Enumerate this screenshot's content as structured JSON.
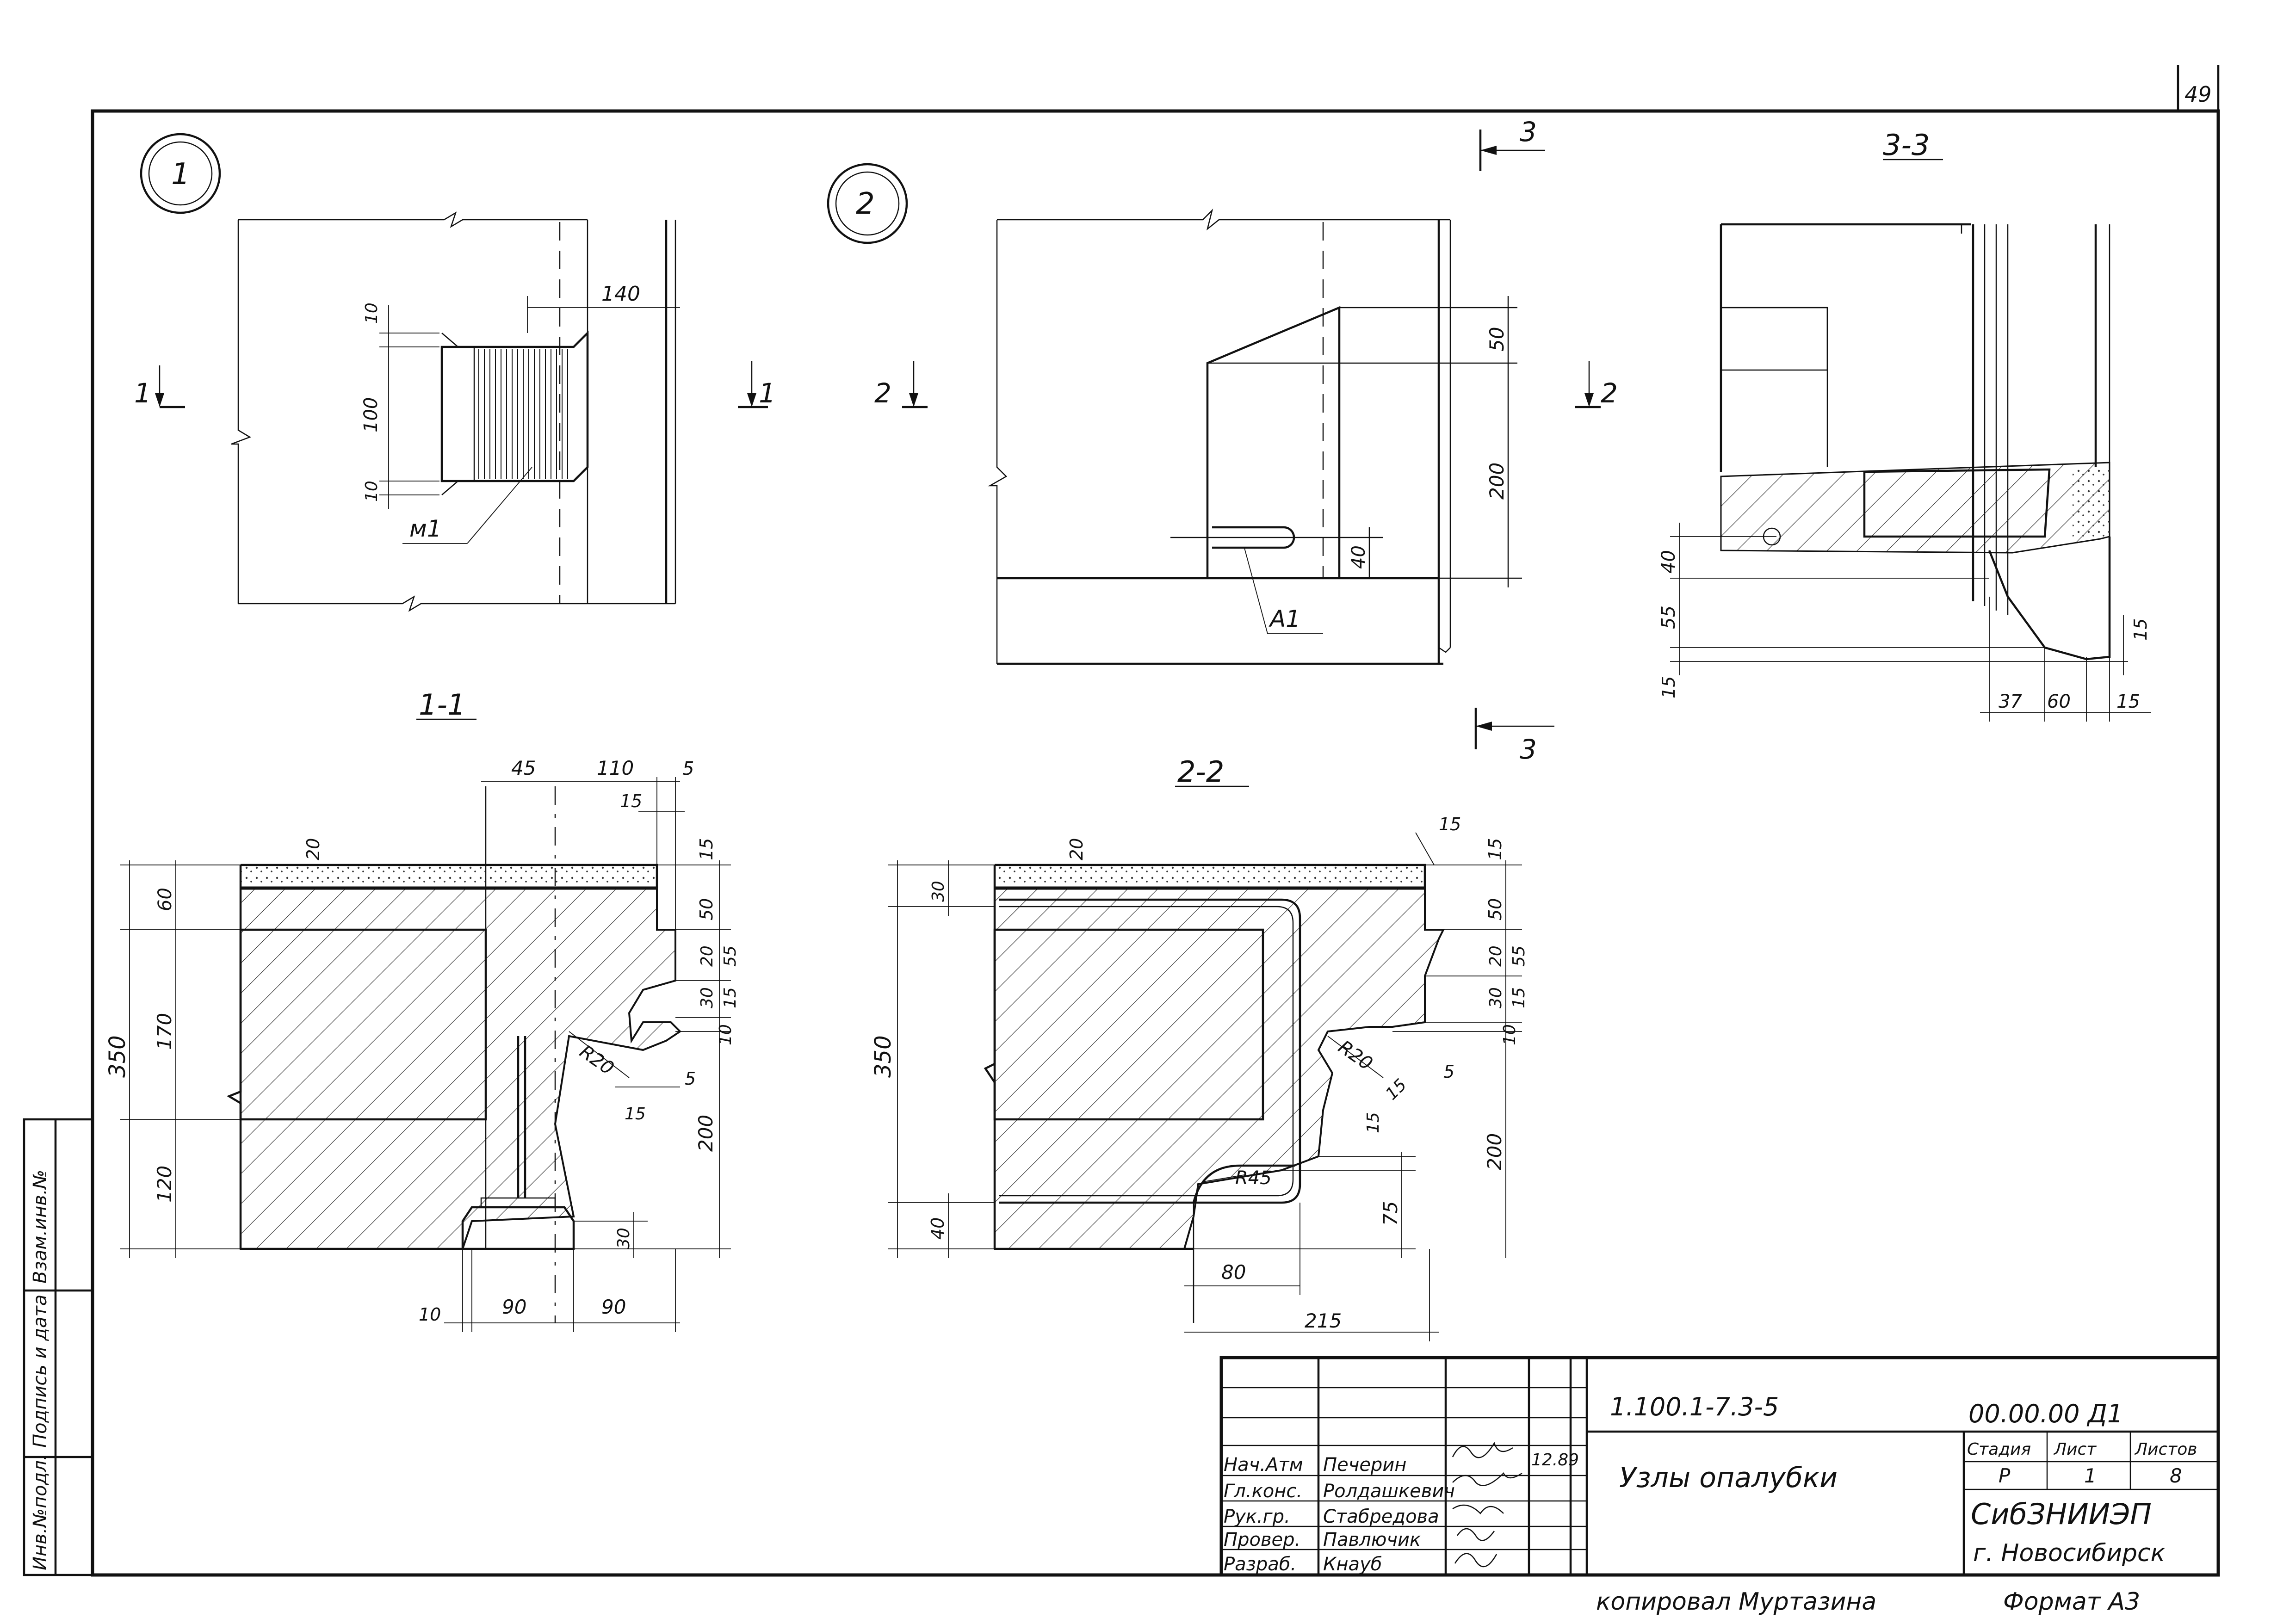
{
  "sheet": {
    "page_number": "49",
    "sheet_format": "Формат А3",
    "copied_by": "копировал Муртазина"
  },
  "left_stamp": {
    "inv_no": "Инв.№подл.",
    "signature_date": "Подпись и дата",
    "replaced_inv": "Взам.инв.№"
  },
  "views": {
    "node1_marker": "1",
    "node2_marker": "2",
    "cut1_left": "1",
    "cut1_right": "1",
    "cut2_left": "2",
    "cut2_right": "2",
    "cut3_top": "3",
    "cut3_bottom": "3",
    "section_1_1": "1-1",
    "section_2_2": "2-2",
    "section_3_3": "3-3",
    "leader_m1": "м1",
    "leader_a1": "А1"
  },
  "dimensions": {
    "node1": {
      "d140": "140",
      "d10a": "10",
      "d100": "100",
      "d10b": "10"
    },
    "node2": {
      "d50": "50",
      "d200": "200",
      "d40": "40"
    },
    "sec33": {
      "d40": "40",
      "d55": "55",
      "d15a": "15",
      "d15b": "15",
      "d37": "37",
      "d60": "60",
      "d15c": "15"
    },
    "sec11": {
      "d45": "45",
      "d110": "110",
      "d5a": "5",
      "d15a": "15",
      "d20": "20",
      "d15b": "15",
      "d60": "60",
      "d50": "50",
      "d20b": "20",
      "d55": "55",
      "d350": "350",
      "d170": "170",
      "d30": "30",
      "d15c": "15",
      "d10": "10",
      "r20": "R20",
      "d15d": "15",
      "d5b": "5",
      "d200": "200",
      "d120": "120",
      "d30b": "30",
      "d10b": "10",
      "d90a": "90",
      "d90b": "90"
    },
    "sec22": {
      "d20": "20",
      "d15a": "15",
      "d15b": "15",
      "d30": "30",
      "d50": "50",
      "d20b": "20",
      "d55": "55",
      "d350": "350",
      "d30b": "30",
      "d15c": "15",
      "d10": "10",
      "r20": "R20",
      "d15d": "15",
      "d5": "5",
      "d15e": "15",
      "d200": "200",
      "r45": "R45",
      "d75": "75",
      "d40": "40",
      "d80": "80",
      "d215": "215"
    }
  },
  "title_block": {
    "doc_code": "1.100.1-7.3-5",
    "doc_number": "00.00.00 Д1",
    "title": "Узлы опалубки",
    "stage_label": "Стадия",
    "sheet_label": "Лист",
    "sheets_label": "Листов",
    "stage": "Р",
    "sheet": "1",
    "sheets": "8",
    "org": "СибЗНИИЭП",
    "city": "г. Новосибирск",
    "date": "12.89",
    "rows": [
      {
        "role": "Нач.Атм",
        "name": "Печерин"
      },
      {
        "role": "Гл.конс.",
        "name": "Ролдашкевич"
      },
      {
        "role": "Рук.гр.",
        "name": "Стабредова"
      },
      {
        "role": "Провер.",
        "name": "Павлючик"
      },
      {
        "role": "Разраб.",
        "name": "Кнауб"
      }
    ]
  }
}
